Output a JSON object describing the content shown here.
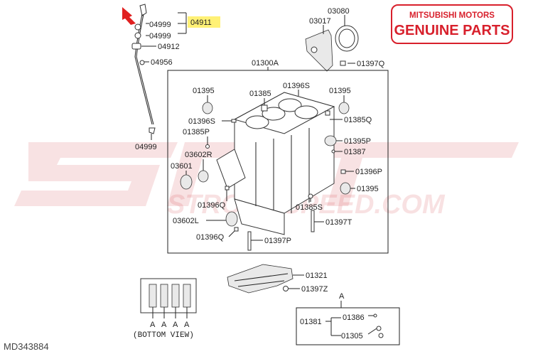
{
  "badge": {
    "line1": "MITSUBISHI MOTORS",
    "line2": "GENUINE PARTS"
  },
  "watermark": {
    "text": "STRONGSPEED.COM"
  },
  "diagram_id": "MD343884",
  "bottom_view_caption": "(BOTTOM VIEW)",
  "group_marker": "A",
  "callout_letters": [
    "A",
    "A",
    "A",
    "A"
  ],
  "highlight_color": "#fff176",
  "brand_color": "#d8202c",
  "labels": {
    "p04911": "04911",
    "p04999a": "04999",
    "p04999b": "04999",
    "p04912": "04912",
    "p04956": "04956",
    "p04999c": "04999",
    "p03080": "03080",
    "p03017": "03017",
    "p01397Q": "01397Q",
    "p01300A": "01300A",
    "p01396S_top": "01396S",
    "p01395_tl": "01395",
    "p01385": "01385",
    "p01395_tr": "01395",
    "p01396S_l": "01396S",
    "p01385Q": "01385Q",
    "p01385P": "01385P",
    "p01395P": "01395P",
    "p03602R": "03602R",
    "p01387": "01387",
    "p03601": "03601",
    "p01396P": "01396P",
    "p01395_r": "01395",
    "p01396Q_a": "01396Q",
    "p01385S": "01385S",
    "p03602L": "03602L",
    "p01397T": "01397T",
    "p01396Q_b": "01396Q",
    "p01397P": "01397P",
    "p01321": "01321",
    "p01397Z": "01397Z",
    "p01381": "01381",
    "p01386": "01386",
    "p01305": "01305"
  }
}
